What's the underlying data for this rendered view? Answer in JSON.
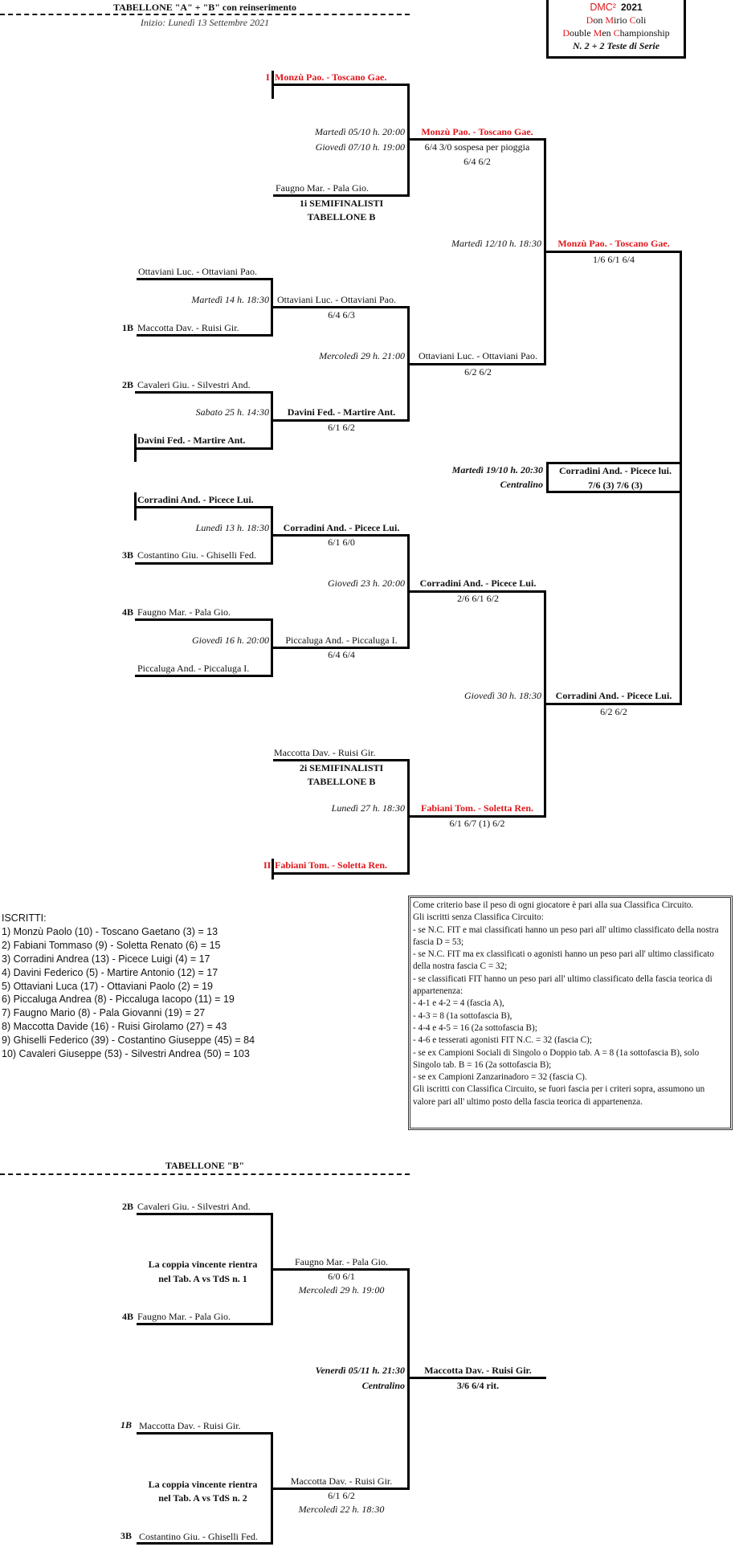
{
  "header": {
    "title": "TABELLONE  \"A\" + \"B\" con reinserimento",
    "start": "Inizio: Lunedì 13 Settembre 2021"
  },
  "logo": {
    "line1_brand": "DMC²",
    "line1_year": "2021",
    "line2": [
      "D",
      "on ",
      "M",
      "irio ",
      "C",
      "oli"
    ],
    "line3": [
      "D",
      "ouble ",
      "M",
      "en ",
      "C",
      "hampionship"
    ],
    "line4": "N. 2 + 2 Teste di Serie",
    "accent_color": "#e0161b"
  },
  "tabellone_a": {
    "seed1": {
      "seed": "I",
      "pair": "Monzù Pao. - Toscano Gae."
    },
    "seed2": {
      "seed": "II",
      "pair": "Fabiani Tom. - Soletta Ren."
    },
    "semi1_label": [
      "1i SEMIFINALISTI",
      "TABELLONE B"
    ],
    "semi2_label": [
      "2i SEMIFINALISTI",
      "TABELLONE B"
    ],
    "r1": [
      {
        "top": "Ottaviani Luc. - Ottaviani Pao.",
        "bottom_seed": "1B",
        "bottom": "Maccotta Dav. - Ruisi Gir.",
        "date": "Martedì 14 h. 18:30",
        "winner": "Ottaviani Luc. - Ottaviani Pao.",
        "score": "6/4  6/3"
      },
      {
        "top_seed": "2B",
        "top": "Cavaleri Giu. - Silvestri And.",
        "bottom": "Davini Fed. - Martire Ant.",
        "date": "Sabato 25 h. 14:30",
        "winner": "Davini Fed. - Martire Ant.",
        "score": "6/1  6/2"
      },
      {
        "top": "Corradini And. - Picece Lui.",
        "bottom_seed": "3B",
        "bottom": "Costantino Giu. - Ghiselli Fed.",
        "date": "Lunedì 13 h. 18:30",
        "winner": "Corradini And. - Picece Lui.",
        "score": "6/1  6/0"
      },
      {
        "top_seed": "4B",
        "top": "Faugno Mar. - Pala Gio.",
        "bottom": "Piccaluga And. - Piccaluga I.",
        "date": "Giovedì 16 h. 20:00",
        "winner": "Piccaluga And. - Piccaluga I.",
        "score": "6/4  6/4"
      }
    ],
    "r2": [
      {
        "top_entry": "Faugno Mar. - Pala Gio.",
        "date1": "Martedì 05/10 h. 20:00",
        "date2": "Giovedì 07/10 h. 19:00",
        "winner": "Monzù Pao. - Toscano Gae.",
        "score1": "6/4  3/0 sospesa per pioggia",
        "score2": "6/4  6/2"
      },
      {
        "date": "Mercoledì 29 h. 21:00",
        "winner": "Ottaviani Luc. - Ottaviani Pao.",
        "score": "6/2  6/2"
      },
      {
        "date": "Giovedì 23 h. 20:00",
        "winner": "Corradini And. - Picece Lui.",
        "score": "2/6  6/1  6/2"
      },
      {
        "top_entry": "Maccotta Dav. - Ruisi Gir.",
        "date": "Lunedì 27 h. 18:30",
        "winner": "Fabiani Tom. - Soletta Ren.",
        "score": "6/1  6/7 (1)  6/2"
      }
    ],
    "semis": [
      {
        "date": "Martedì 12/10 h. 18:30",
        "winner": "Monzù Pao. - Toscano Gae.",
        "score": "1/6  6/1  6/4"
      },
      {
        "date": "Giovedì 30 h. 18:30",
        "winner": "Corradini And. - Picece Lui.",
        "score": "6/2  6/2"
      }
    ],
    "final": {
      "date": "Martedì 19/10 h. 20:30",
      "venue": "Centralino",
      "winner": "Corradini And. - Picece lui.",
      "score": "7/6 (3)  7/6 (3)"
    }
  },
  "iscritti": {
    "title": "ISCRITTI:",
    "items": [
      "1) Monzù Paolo (10) - Toscano Gaetano (3) = 13",
      "2) Fabiani Tommaso (9) - Soletta Renato (6) = 15",
      "3) Corradini Andrea (13) - Picece Luigi (4) = 17",
      "4) Davini Federico (5) - Martire Antonio (12) = 17",
      "5) Ottaviani Luca (17) - Ottaviani Paolo (2) = 19",
      "6) Piccaluga Andrea (8) - Piccaluga Iacopo (11) = 19",
      "7) Faugno Mario (8) - Pala Giovanni (19) = 27",
      "8) Maccotta Davide (16) - Ruisi Girolamo (27) = 43",
      "9) Ghiselli Federico (39) - Costantino Giuseppe (45) = 84",
      "10) Cavaleri Giuseppe (53) - Silvestri Andrea (50) = 103"
    ]
  },
  "note": {
    "lines": [
      "Come criterio base il peso di ogni giocatore è pari alla sua Classifica Circuito.",
      "Gli iscritti senza Classifica Circuito:",
      "- se N.C. FIT e mai classificati hanno un peso pari all' ultimo classificato della nostra fascia D = 53;",
      "- se N.C. FIT ma ex classificati o agonisti hanno un peso pari all' ultimo classificato della nostra fascia C = 32;",
      "- se classificati FIT hanno un peso pari all' ultimo classificato della fascia teorica di appartenenza:",
      "- 4-1 e 4-2 = 4 (fascia A),",
      "- 4-3 = 8 (1a sottofascia B),",
      "- 4-4 e 4-5 = 16 (2a sottofascia B);",
      "- 4-6 e tesserati agonisti FIT N.C. = 32 (fascia C);",
      "- se ex Campioni Sociali di Singolo o Doppio tab. A = 8 (1a sottofascia B), solo Singolo tab. B = 16 (2a sottofascia B);",
      "- se ex Campioni Zanzarinadoro = 32 (fascia C).",
      "Gli iscritti con Classifica Circuito, se fuori fascia per i criteri sopra, assumono un valore pari all' ultimo posto della fascia teorica di appartenenza."
    ]
  },
  "tabellone_b": {
    "title": "TABELLONE  \"B\"",
    "m1": {
      "top_seed": "2B",
      "top": "Cavaleri Giu. - Silvestri And.",
      "bottom_seed": "4B",
      "bottom": "Faugno Mar. - Pala Gio.",
      "note": [
        "La coppia vincente rientra",
        "nel Tab. A vs TdS n. 1"
      ],
      "winner": "Faugno Mar. - Pala Gio.",
      "score": "6/0  6/1",
      "date": "Mercoledì 29 h. 19:00"
    },
    "m2": {
      "top_seed": "1B",
      "top": "Maccotta Dav. - Ruisi Gir.",
      "bottom_seed": "3B",
      "bottom": "Costantino Giu. - Ghiselli Fed.",
      "note": [
        "La coppia vincente rientra",
        "nel Tab. A vs TdS n. 2"
      ],
      "winner": "Maccotta Dav. - Ruisi Gir.",
      "score": "6/1  6/2",
      "date": "Mercoledì 22 h. 18:30"
    },
    "final": {
      "date": "Venerdì 05/11 h. 21:30",
      "venue": "Centralino",
      "winner": "Maccotta Dav. - Ruisi Gir.",
      "score": "3/6  6/4  rit."
    }
  }
}
